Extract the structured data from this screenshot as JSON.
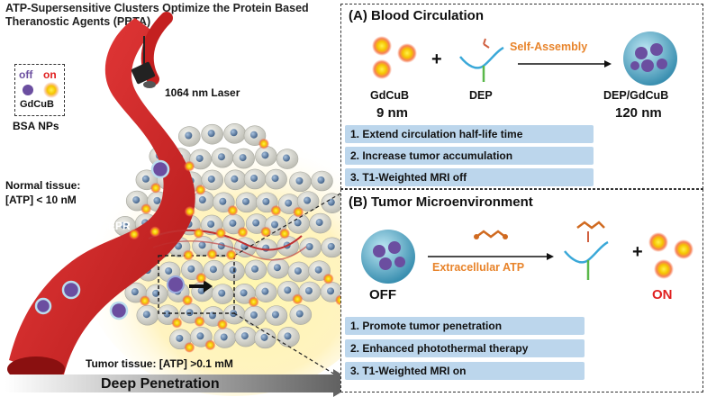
{
  "title": "ATP-Supersensitive Clusters Optimize the Protein Based Theranostic Agents (PBTA)",
  "legend": {
    "off": "off",
    "on": "on",
    "name": "GdCuB",
    "caption": "BSA NPs"
  },
  "left": {
    "laser": "1064 nm Laser",
    "normal_tissue": "Normal tissue:",
    "normal_atp": "[ATP] < 10 nM",
    "epr": "EPR",
    "tumor_tissue": "Tumor tissue: [ATP] >0.1 mM",
    "deep_penetration": "Deep Penetration"
  },
  "panel_a": {
    "title": "(A) Blood Circulation",
    "gdcub_label": "GdCuB",
    "gdcub_size": "9 nm",
    "plus": "+",
    "dep_label": "DEP",
    "arrow_label": "Self-Assembly",
    "product_label": "DEP/GdCuB",
    "product_size": "120 nm",
    "items": [
      "1. Extend circulation half-life time",
      "2. Increase tumor accumulation",
      "3. T1-Weighted MRI off"
    ]
  },
  "panel_b": {
    "title": "(B) Tumor Microenvironment",
    "arrow_label": "Extracellular ATP",
    "plus": "+",
    "off_label": "OFF",
    "on_label": "ON",
    "items": [
      "1. Promote tumor penetration",
      "2. Enhanced photothermal therapy",
      "3. T1-Weighted MRI on"
    ]
  },
  "colors": {
    "vessel": "#d62828",
    "on_particle": "#f5c400",
    "off_particle": "#6b4ea0",
    "accent_orange": "#e8842b",
    "on_text": "#e02020",
    "bar_fill": "#bcd6ec",
    "cell": "#d9d9d0",
    "nucleus": "#5f7fa3"
  }
}
